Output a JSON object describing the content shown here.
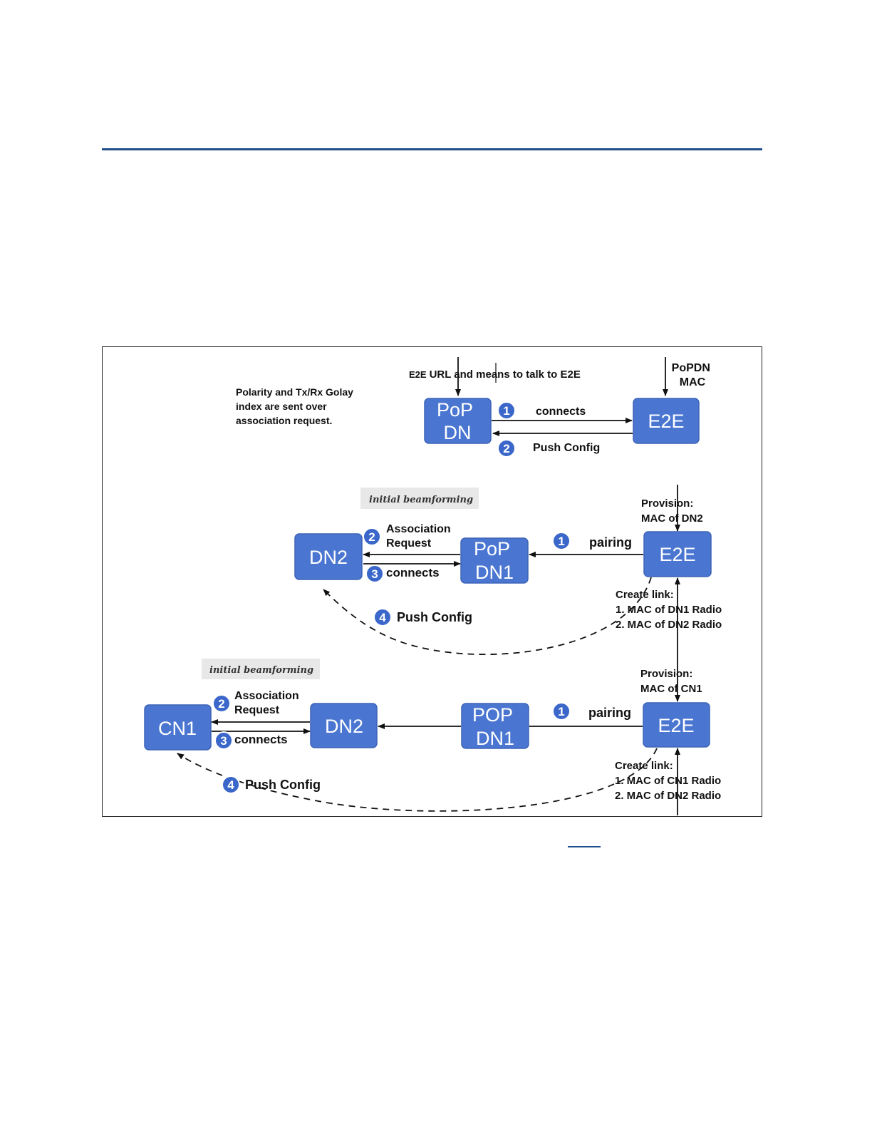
{
  "colors": {
    "rule": "#1f4e8c",
    "node": "#4a76d1",
    "node_border": "#3c63b5",
    "step": "#3a67c9",
    "note_bg": "#e8e8e8",
    "link": "#1f4e8c"
  },
  "diagram": {
    "top": {
      "note_lines": [
        "Polarity and Tx/Rx Golay",
        "index are sent over",
        "association request."
      ],
      "input_label_prefix": "E2E",
      "input_label_rest": "URL and means to talk to E2E",
      "popdn_mac_lines": [
        "PoPDN",
        "MAC"
      ],
      "pop_node_lines": [
        "PoP",
        "DN"
      ],
      "e2e_node": "E2E",
      "step1_num": "1",
      "step1_label": "connects",
      "step2_num": "2",
      "step2_label": "Push Config"
    },
    "middle": {
      "beamforming": "initial beamforming",
      "provision_lines": [
        "Provision:",
        "MAC of DN2"
      ],
      "dn2_node": "DN2",
      "pop_node_lines": [
        "PoP",
        "DN1"
      ],
      "e2e_node": "E2E",
      "step1_num": "1",
      "step1_label": "pairing",
      "step2_num": "2",
      "step2_lines": [
        "Association",
        "Request"
      ],
      "step3_num": "3",
      "step3_label": "connects",
      "step4_num": "4",
      "step4_label": "Push Config",
      "create_link_lines": [
        "Create link:",
        "1.   MAC of DN1 Radio",
        "2.   MAC of DN2 Radio"
      ]
    },
    "bottom": {
      "beamforming": "initial beamforming",
      "provision_lines": [
        "Provision:",
        "MAC of CN1"
      ],
      "cn1_node": "CN1",
      "dn2_node": "DN2",
      "pop_node_lines": [
        "POP",
        "DN1"
      ],
      "e2e_node": "E2E",
      "step1_num": "1",
      "step1_label": "pairing",
      "step2_num": "2",
      "step2_lines": [
        "Association",
        "Request"
      ],
      "step3_num": "3",
      "step3_label": "connects",
      "step4_num": "4",
      "step4_label": "Push Config",
      "create_link_lines": [
        "Create link:",
        "1.   MAC of CN1 Radio",
        "2.   MAC of DN2 Radio"
      ]
    }
  }
}
